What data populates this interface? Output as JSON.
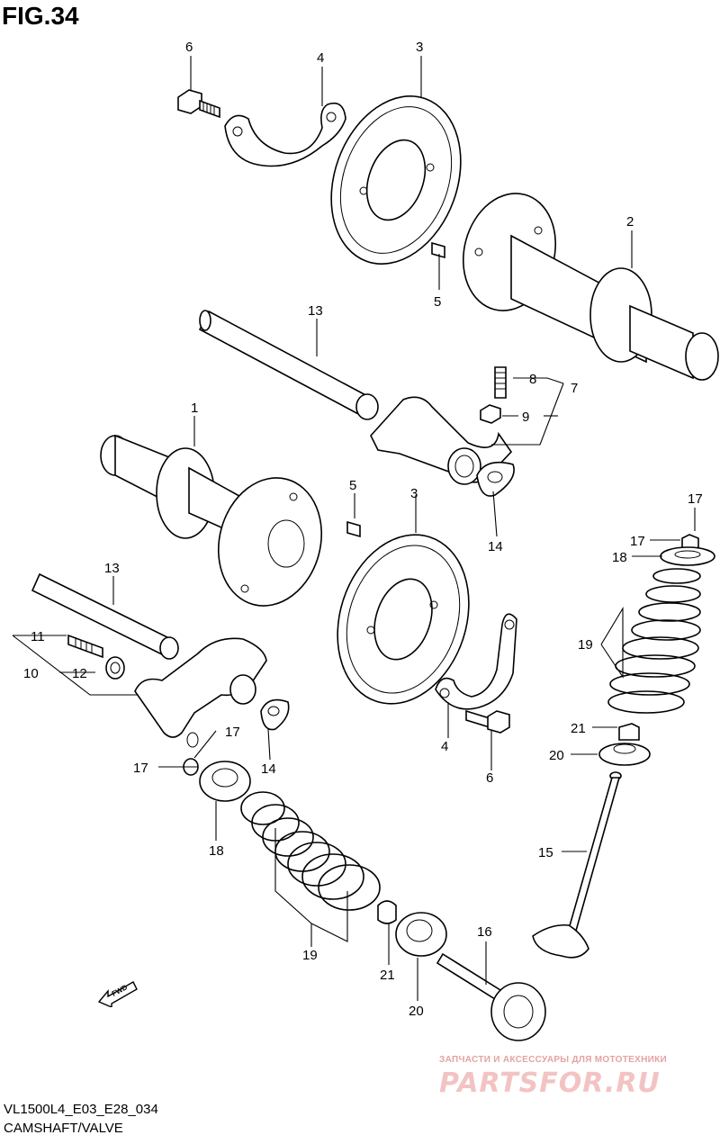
{
  "figure": {
    "title": "FIG.34",
    "model_code": "VL1500L4_E03_E28_034",
    "section_name": "CAMSHAFT/VALVE"
  },
  "callouts": {
    "c1": "1",
    "c2": "2",
    "c3a": "3",
    "c3b": "3",
    "c4a": "4",
    "c4b": "4",
    "c5a": "5",
    "c5b": "5",
    "c6a": "6",
    "c6b": "6",
    "c7": "7",
    "c8": "8",
    "c9": "9",
    "c10": "10",
    "c11": "11",
    "c12": "12",
    "c13a": "13",
    "c13b": "13",
    "c14a": "14",
    "c14b": "14",
    "c15": "15",
    "c16": "16",
    "c17a": "17",
    "c17b": "17",
    "c17c": "17",
    "c17d": "17",
    "c18a": "18",
    "c18b": "18",
    "c19a": "19",
    "c19b": "19",
    "c20a": "20",
    "c20b": "20",
    "c21a": "21",
    "c21b": "21"
  },
  "fwd_label": "FWD",
  "watermark": {
    "caption": "ЗАПЧАСТИ И АКСЕССУАРЫ ДЛЯ МОТОТЕХНИКИ",
    "logo": "PARTSFOR.RU"
  }
}
